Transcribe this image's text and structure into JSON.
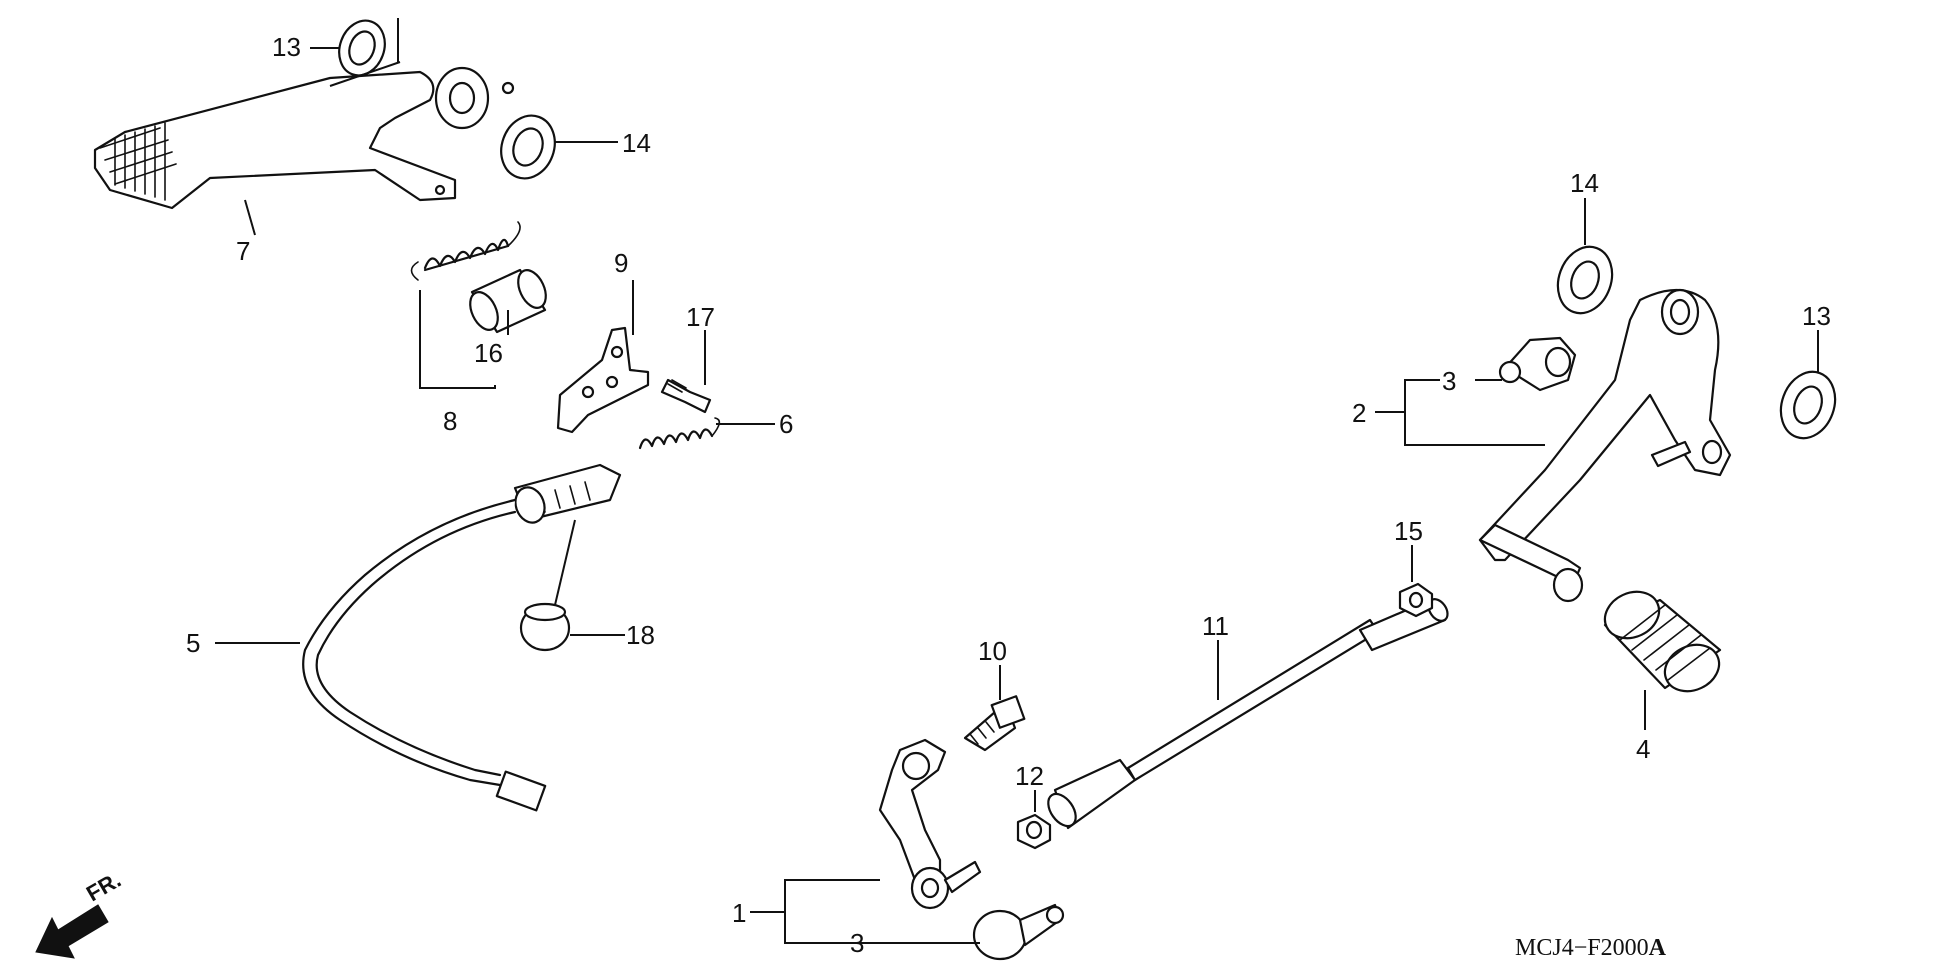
{
  "diagram": {
    "callouts": [
      {
        "id": "p13a",
        "label": "13"
      },
      {
        "id": "p14a",
        "label": "14"
      },
      {
        "id": "p7",
        "label": "7"
      },
      {
        "id": "p16",
        "label": "16"
      },
      {
        "id": "p8",
        "label": "8"
      },
      {
        "id": "p9",
        "label": "9"
      },
      {
        "id": "p17",
        "label": "17"
      },
      {
        "id": "p6",
        "label": "6"
      },
      {
        "id": "p5",
        "label": "5"
      },
      {
        "id": "p18",
        "label": "18"
      },
      {
        "id": "p10",
        "label": "10"
      },
      {
        "id": "p11",
        "label": "11"
      },
      {
        "id": "p12",
        "label": "12"
      },
      {
        "id": "p15",
        "label": "15"
      },
      {
        "id": "p1",
        "label": "1"
      },
      {
        "id": "p3a",
        "label": "3"
      },
      {
        "id": "p14b",
        "label": "14"
      },
      {
        "id": "p13b",
        "label": "13"
      },
      {
        "id": "p3b",
        "label": "3"
      },
      {
        "id": "p2",
        "label": "2"
      },
      {
        "id": "p4",
        "label": "4"
      }
    ],
    "direction_label": "FR.",
    "drawing_code": "MCJ4−F2000",
    "drawing_code_suffix": "A"
  }
}
